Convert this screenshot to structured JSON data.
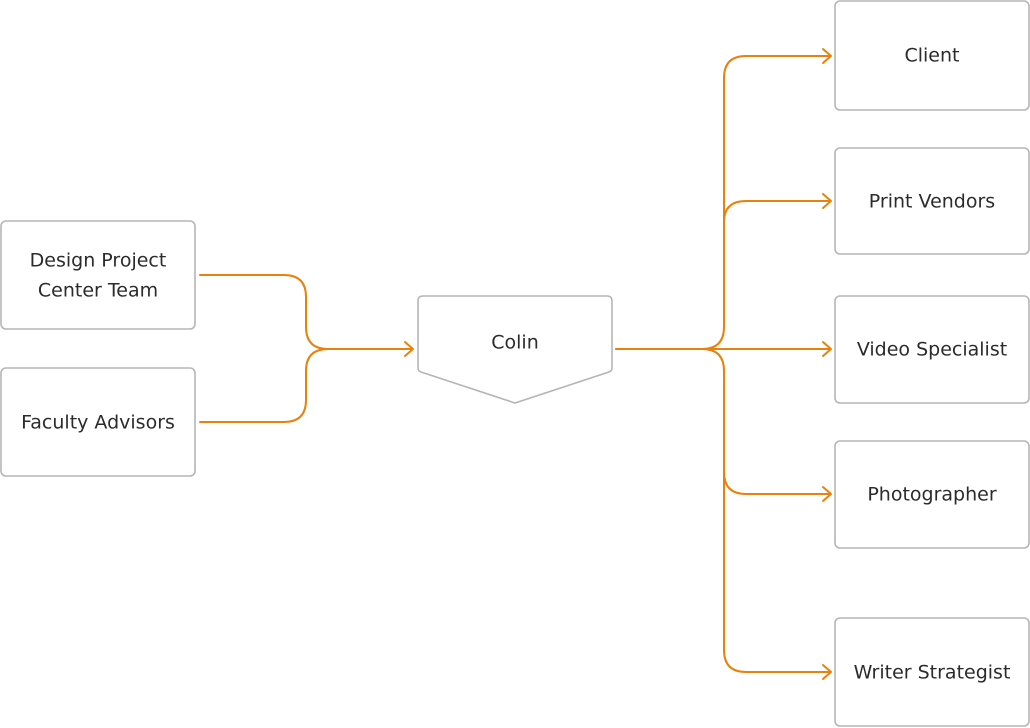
{
  "colors": {
    "connector": "#e8820c",
    "box_border": "#b5b5b5",
    "text": "#2b2b2b"
  },
  "diagram": {
    "inputs": [
      {
        "id": "design-project-center-team",
        "lines": [
          "Design Project",
          "Center Team"
        ]
      },
      {
        "id": "faculty-advisors",
        "lines": [
          "Faculty Advisors"
        ]
      }
    ],
    "center": {
      "id": "colin",
      "label": "Colin"
    },
    "outputs": [
      {
        "id": "client",
        "label": "Client"
      },
      {
        "id": "print-vendors",
        "label": "Print Vendors"
      },
      {
        "id": "video-specialist",
        "label": "Video Specialist"
      },
      {
        "id": "photographer",
        "label": "Photographer"
      },
      {
        "id": "writer-strategist",
        "label": "Writer Strategist"
      }
    ]
  }
}
